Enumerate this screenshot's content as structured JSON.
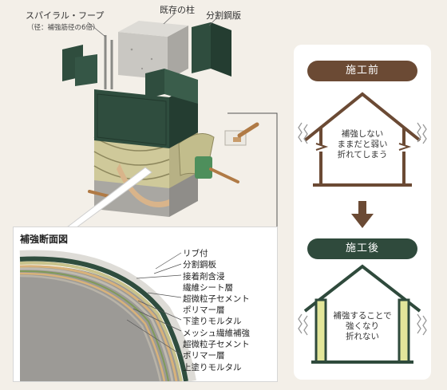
{
  "labels": {
    "spiral_hoop": "スパイラル・フープ",
    "spiral_hoop_note": "（径：補強筋径の6倍）",
    "existing_column": "既存の柱",
    "split_steel_plate": "分割鋼版"
  },
  "section": {
    "title": "補強断面図",
    "layers": [
      "リブ付",
      "分割鋼板",
      "接着剤含浸",
      "繊維シート層",
      "超微粒子セメント",
      "ポリマー層",
      "下塗りモルタル",
      "メッシュ繊維補強",
      "超微粒子セメント",
      "ポリマー層",
      "上塗りモルタル"
    ]
  },
  "before": {
    "badge": "施工前",
    "lines": [
      "補強しない",
      "ままだと弱い",
      "折れてしまう"
    ]
  },
  "after": {
    "badge": "施工後",
    "lines": [
      "補強することで",
      "強くなり",
      "折れない"
    ]
  },
  "colors": {
    "before_brown": "#6b4a34",
    "after_green": "#2f4a3c",
    "steel_green": "#2f4d3e",
    "fiber_sheet": "#c9c38c",
    "reinforce_yellow": "#e3e69a"
  }
}
